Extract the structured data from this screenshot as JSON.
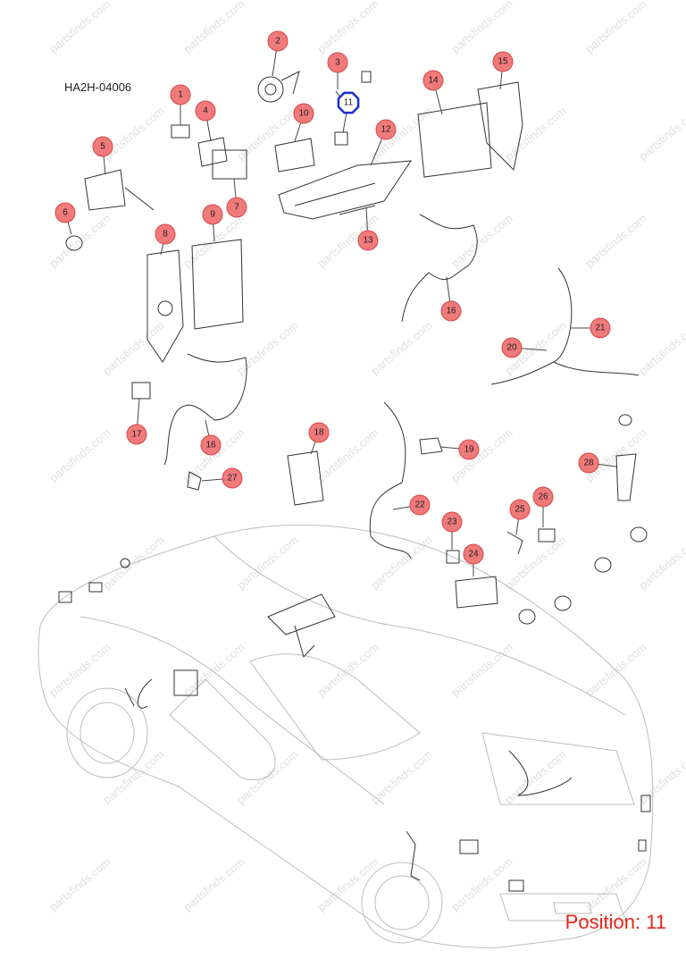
{
  "diagram_code": "HA2H-04006",
  "position_label": "Position: 11",
  "watermark": "partsfinds.com",
  "colors": {
    "callout_fill": "#f07a7a",
    "callout_stroke": "#d94545",
    "selected_stroke": "#1a2fd6",
    "selected_fill": "#ffffff",
    "position_text": "#e8261c"
  },
  "selected_callout": "11",
  "callouts": [
    {
      "label": "1"
    },
    {
      "label": "2"
    },
    {
      "label": "3"
    },
    {
      "label": "4"
    },
    {
      "label": "5"
    },
    {
      "label": "6"
    },
    {
      "label": "7"
    },
    {
      "label": "8"
    },
    {
      "label": "9"
    },
    {
      "label": "10"
    },
    {
      "label": "11"
    },
    {
      "label": "12"
    },
    {
      "label": "13"
    },
    {
      "label": "14"
    },
    {
      "label": "15"
    },
    {
      "label": "16"
    },
    {
      "label": "16"
    },
    {
      "label": "17"
    },
    {
      "label": "18"
    },
    {
      "label": "19"
    },
    {
      "label": "20"
    },
    {
      "label": "21"
    },
    {
      "label": "22"
    },
    {
      "label": "23"
    },
    {
      "label": "24"
    },
    {
      "label": "25"
    },
    {
      "label": "26"
    },
    {
      "label": "27"
    },
    {
      "label": "28"
    }
  ]
}
